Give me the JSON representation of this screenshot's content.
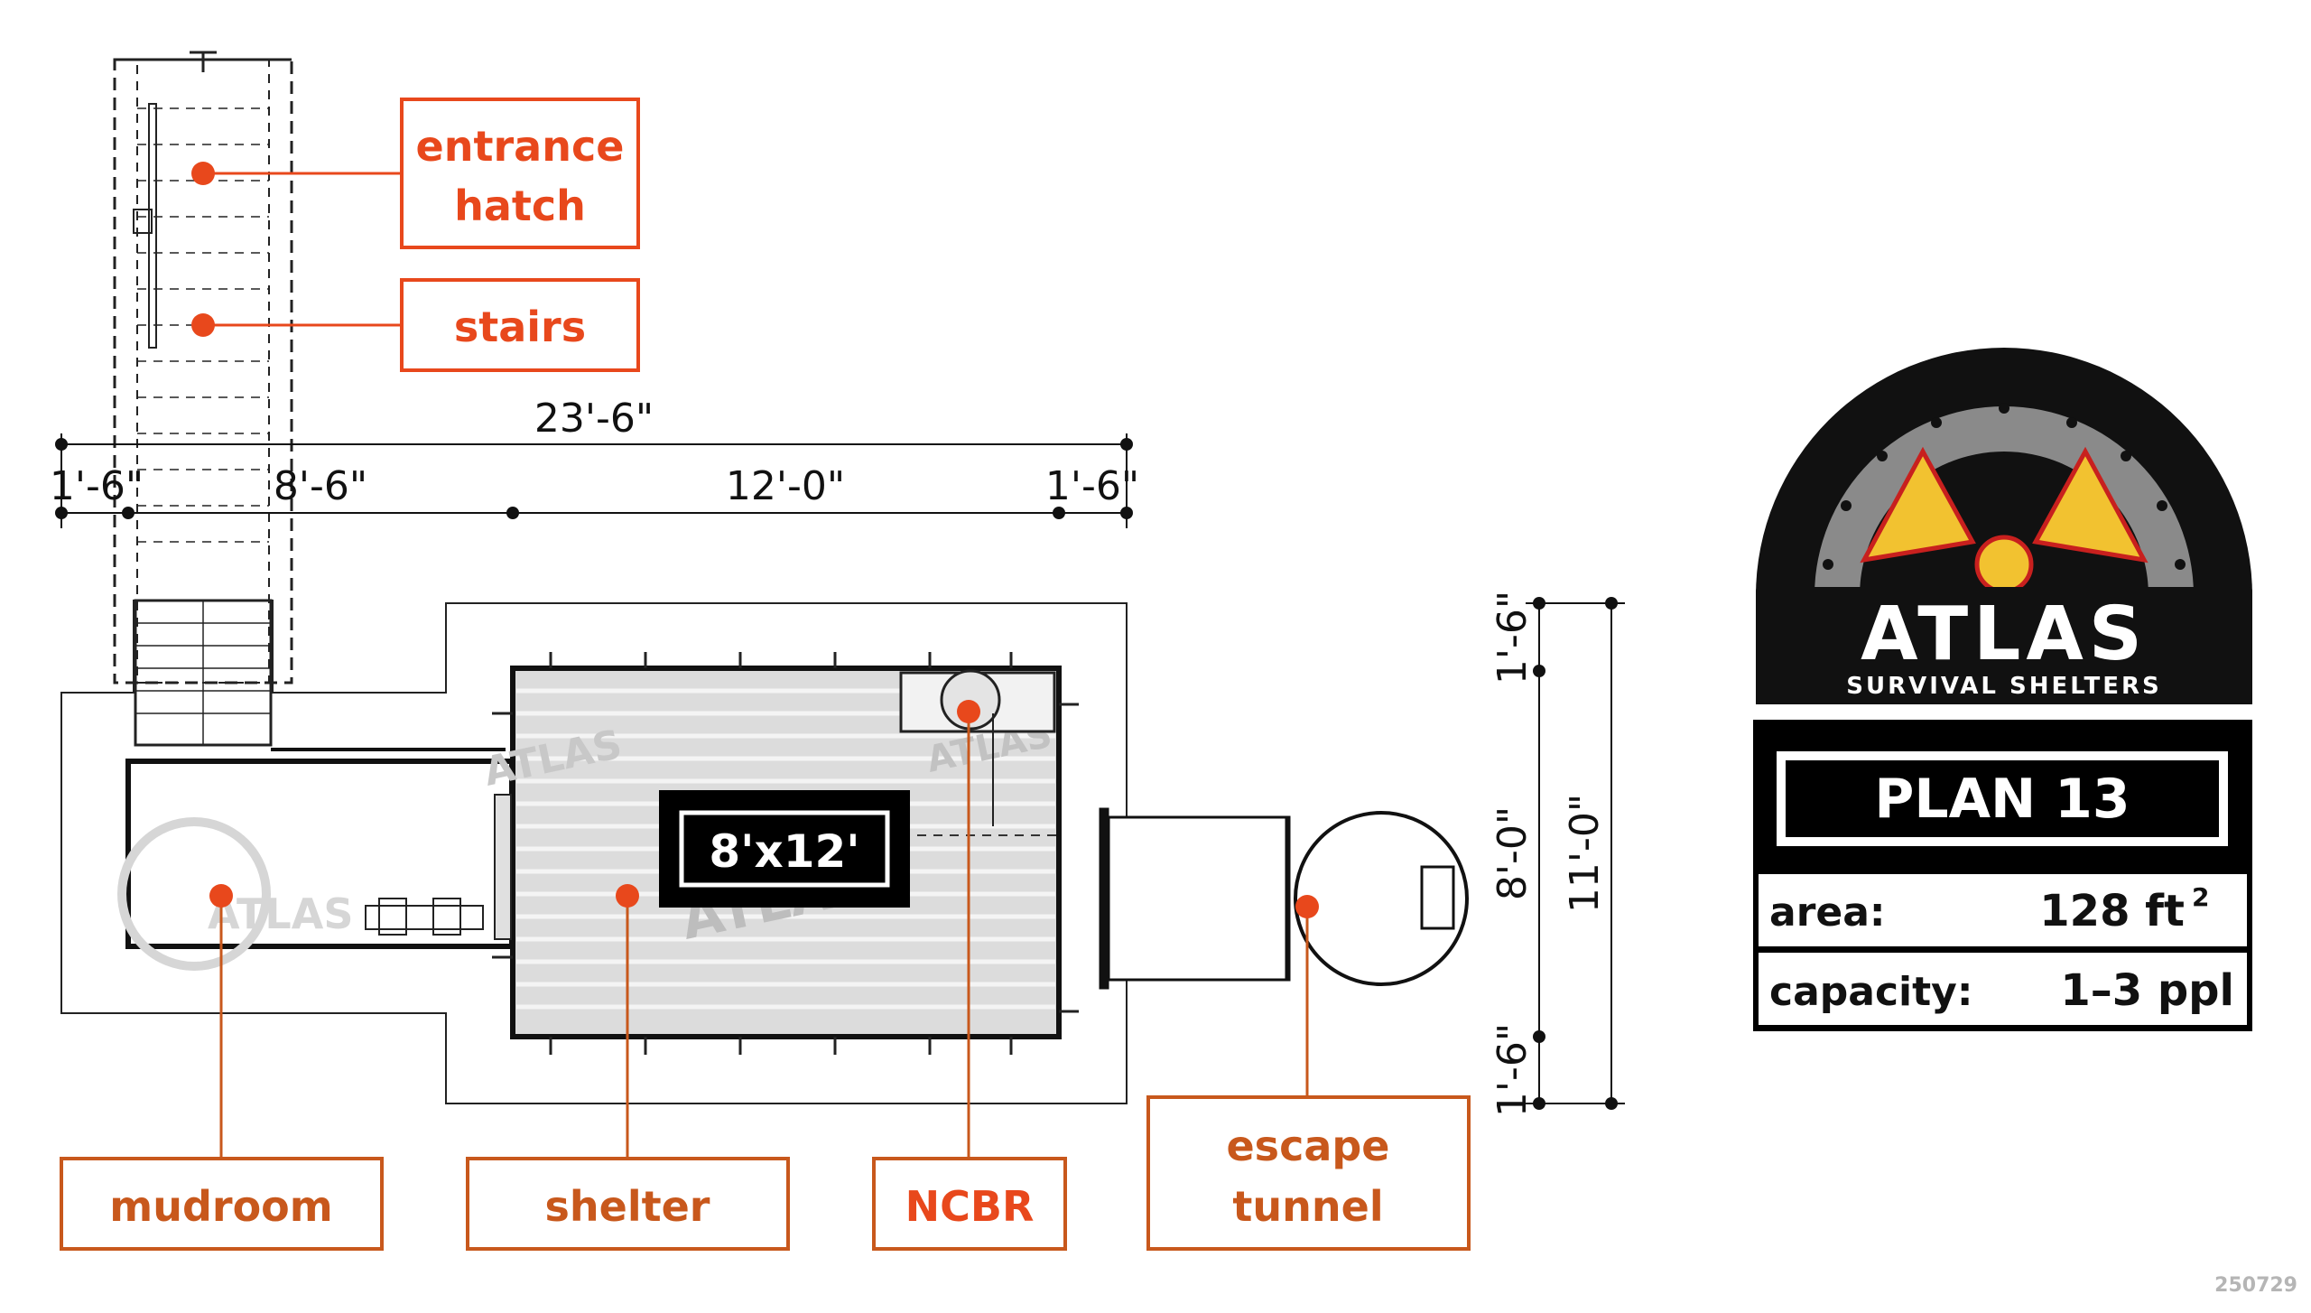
{
  "labels": {
    "entrance_hatch_line1": "entrance",
    "entrance_hatch_line2": "hatch",
    "stairs": "stairs",
    "mudroom": "mudroom",
    "shelter": "shelter",
    "ncbr": "NCBR",
    "escape_tunnel_line1": "escape",
    "escape_tunnel_line2": "tunnel"
  },
  "room_size": "8'x12'",
  "dimensions": {
    "total_length": "23'-6\"",
    "seg1": "1'-6\"",
    "seg2": "8'-6\"",
    "seg3": "12'-0\"",
    "seg4": "1'-6\"",
    "vert_top": "1'-6\"",
    "vert_mid": "8'-0\"",
    "vert_bottom": "1'-6\"",
    "vert_total": "11'-0\""
  },
  "logo": {
    "brand": "ATLAS",
    "tagline": "SURVIVAL SHELTERS"
  },
  "plan": {
    "title": "PLAN 13",
    "area_label": "area:",
    "area_value": "128 ft",
    "area_unit_sup": "2",
    "capacity_label": "capacity:",
    "capacity_value": "1–3 ppl"
  },
  "footer_code": "250729",
  "colors": {
    "accent": "#e8481c",
    "label_brown": "#c8581c",
    "logo_yellow": "#f2c230",
    "logo_red": "#c8201e",
    "logo_gray": "#8a8a8a",
    "ink": "#111111"
  }
}
